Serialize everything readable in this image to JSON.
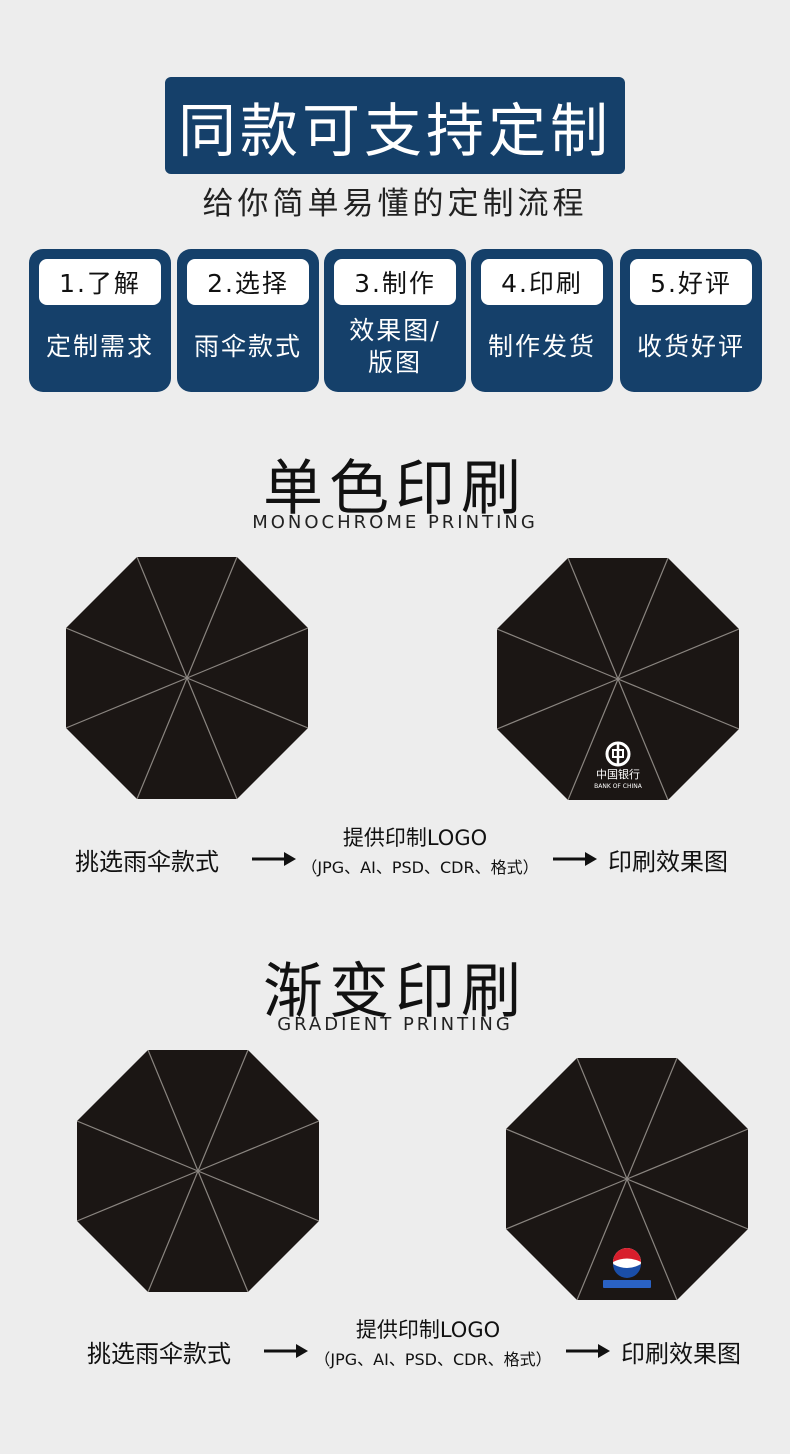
{
  "header": {
    "title": "同款可支持定制",
    "subtitle": "给你简单易懂的定制流程"
  },
  "steps": [
    {
      "num": "1.了解",
      "text": "定制需求"
    },
    {
      "num": "2.选择",
      "text": "雨伞款式"
    },
    {
      "num": "3.制作",
      "text": "效果图/\n版图"
    },
    {
      "num": "4.印刷",
      "text": "制作发货"
    },
    {
      "num": "5.好评",
      "text": "收货好评"
    }
  ],
  "mono": {
    "title": "单色印刷",
    "subtitle": "MONOCHROME PRINTING",
    "flow_choose": "挑选雨伞款式",
    "flow_logo": "提供印制LOGO",
    "flow_formats": "（JPG、AI、PSD、CDR、格式）",
    "flow_result": "印刷效果图",
    "logo_cn": "中国银行",
    "logo_en": "BANK OF CHINA"
  },
  "gradient": {
    "title": "渐变印刷",
    "subtitle": "GRADIENT PRINTING",
    "flow_choose": "挑选雨伞款式",
    "flow_logo": "提供印制LOGO",
    "flow_formats": "（JPG、AI、PSD、CDR、格式）",
    "flow_result": "印刷效果图"
  },
  "colors": {
    "navy": "#15406a",
    "canopy": "#1b1614",
    "rib": "#8a8580",
    "background": "#ededed"
  },
  "icons": [
    "umbrella-canopy",
    "arrow-right-icon",
    "bank-logo",
    "pepsi-logo"
  ]
}
